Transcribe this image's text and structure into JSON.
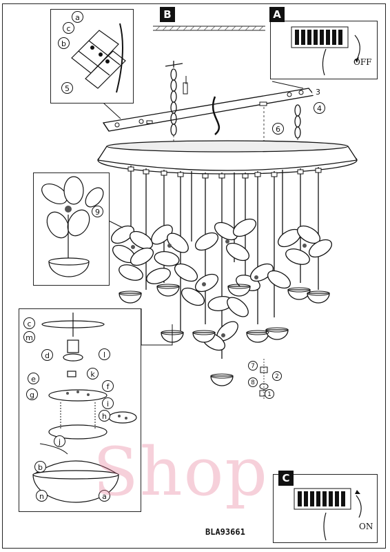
{
  "panels": {
    "B": {
      "tag": "B"
    },
    "A": {
      "tag": "A",
      "switch_label": "OFF"
    },
    "C": {
      "tag": "C",
      "switch_label": "ON"
    }
  },
  "steps": {
    "top_panel": [
      "a",
      "c",
      "b",
      "5"
    ],
    "mount": [
      "3",
      "4",
      "6"
    ],
    "flower": [
      "9"
    ],
    "detail": [
      "c",
      "m",
      "d",
      "l",
      "e",
      "k",
      "f",
      "g",
      "i",
      "h",
      "j",
      "b",
      "n",
      "a"
    ],
    "bulb": [
      "7",
      "2",
      "8",
      "1"
    ]
  },
  "model_number": "BLA93661",
  "watermark": "Shop",
  "colors": {
    "ink": "#111111",
    "watermark": "#e87896"
  }
}
